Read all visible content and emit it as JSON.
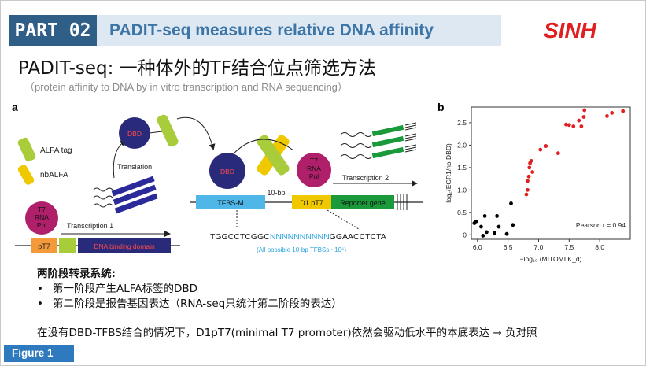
{
  "header": {
    "part_label": "PART 02",
    "title": "PADIT-seq measures relative DNA affinity",
    "logo_text": "SINH"
  },
  "subtitle": {
    "cn": "PADIT-seq: 一种体外的TF结合位点筛选方法",
    "en": "（protein affinity to DNA by in vitro transcription and RNA sequencing）"
  },
  "panel_a": {
    "label": "a",
    "legend_alfa": "ALFA tag",
    "legend_nbalfa": "nbALFA",
    "pol1": [
      "T7",
      "RNA",
      "Pol"
    ],
    "transcription1": "Transcription 1",
    "pt7": "pT7",
    "dbd_domain": "DNA binding domain",
    "translation": "Translation",
    "dbd_top": "DBD",
    "dbd_bound": "DBD",
    "pol2": [
      "T7",
      "RNA",
      "Pol"
    ],
    "tfbs_m": "TFBS-M",
    "bp10": "10-bp",
    "d1pt7": "D1 pT7",
    "reporter": "Reporter gene",
    "transcription2": "Transcription 2",
    "seq_left": "TGGCCTCGGC",
    "seq_mid": "NNNNNNNNNN",
    "seq_right": "GGAACCTCTA",
    "seq_note": "(All possible 10-bp TFBSs ~10⁶)"
  },
  "panel_b": {
    "label": "b",
    "ylabel": "log₂(EGR1/no DBD)",
    "xlabel": "−log₁₀ (MITOMI K_d)",
    "pearson": "Pearson r = 0.94"
  },
  "chart_data": {
    "type": "scatter",
    "xlabel": "−log₁₀ (MITOMI K_d)",
    "ylabel": "log₂(EGR1/no DBD)",
    "xlim": [
      5.9,
      8.5
    ],
    "ylim": [
      -0.1,
      2.85
    ],
    "xticks": [
      "6.0",
      "6.5",
      "7.0",
      "7.5",
      "8.0"
    ],
    "yticks": [
      "0",
      "0.5",
      "1.0",
      "1.5",
      "2.0",
      "2.5"
    ],
    "annotation": "Pearson r = 0.94",
    "series": [
      {
        "color": "#000000",
        "points": [
          [
            5.95,
            0.26
          ],
          [
            5.98,
            0.3
          ],
          [
            6.06,
            0.18
          ],
          [
            6.09,
            -0.02
          ],
          [
            6.12,
            0.42
          ],
          [
            6.15,
            0.06
          ],
          [
            6.28,
            0.04
          ],
          [
            6.32,
            0.42
          ],
          [
            6.35,
            0.18
          ],
          [
            6.48,
            0.02
          ],
          [
            6.55,
            0.7
          ],
          [
            6.58,
            0.22
          ]
        ]
      },
      {
        "color": "#e02020",
        "points": [
          [
            6.8,
            0.9
          ],
          [
            6.82,
            1.0
          ],
          [
            6.82,
            1.2
          ],
          [
            6.84,
            1.3
          ],
          [
            6.85,
            1.5
          ],
          [
            6.86,
            1.6
          ],
          [
            6.88,
            1.65
          ],
          [
            6.9,
            1.4
          ],
          [
            7.03,
            1.9
          ],
          [
            7.12,
            1.98
          ],
          [
            7.32,
            1.82
          ],
          [
            7.45,
            2.46
          ],
          [
            7.5,
            2.45
          ],
          [
            7.57,
            2.42
          ],
          [
            7.66,
            2.55
          ],
          [
            7.7,
            2.42
          ],
          [
            7.74,
            2.63
          ],
          [
            7.75,
            2.78
          ],
          [
            8.12,
            2.65
          ],
          [
            8.2,
            2.72
          ],
          [
            8.38,
            2.76
          ]
        ]
      }
    ]
  },
  "notes": {
    "heading": "两阶段转录系统:",
    "bullets": [
      "第一阶段产生ALFA标签的DBD",
      "第二阶段是报告基因表达（RNA-seq只统计第二阶段的表达）"
    ]
  },
  "bottom_note": "在没有DBD-TFBS结合的情况下，D1pT7(minimal T7 promoter)依然会驱动低水平的本底表达 → 负对照",
  "figure_tag": "Figure 1",
  "colors": {
    "part_bg": "#2f5f87",
    "header_bg": "#dde8f2",
    "title": "#3d76a6",
    "logo_red": "#e02020",
    "dbd_purple": "#2a2a7a",
    "pol_magenta": "#b0206a",
    "alfa_green": "#a8cc3a",
    "nbalfa_yellow": "#f0c800",
    "tfbs_blue": "#4fb6e8",
    "reporter_green": "#1a9a3a",
    "pt7_orange": "#f59a3a",
    "nnn_blue": "#27a3e0"
  }
}
